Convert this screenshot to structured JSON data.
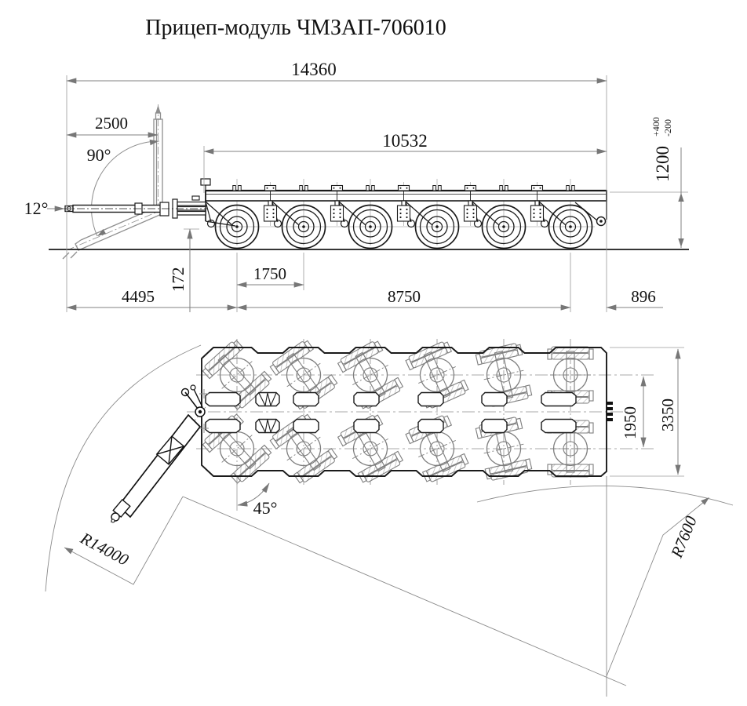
{
  "title": "Прицеп-модуль ЧМЗАП-706010",
  "side": {
    "overall_length": "14360",
    "drawbar_reach": "2500",
    "drawbar_raised_angle": "90°",
    "drawbar_tip_angle": "12°",
    "platform_length": "10532",
    "loading_height": "1200",
    "loading_height_tol_plus": "+400",
    "loading_height_tol_minus": "-200",
    "eye_height": "172",
    "axle_spacing": "1750",
    "front_overhang": "4495",
    "axle_base": "8750",
    "rear_overhang": "896"
  },
  "top": {
    "track_width": "1950",
    "overall_width": "3350",
    "drawbar_swing_angle": "45°",
    "outer_turning_radius": "R14000",
    "inner_turning_radius": "R7600"
  },
  "colors": {
    "object_line": "#1a1a1a",
    "phantom_line": "#8f8f8f",
    "dimension_line": "#808080"
  }
}
